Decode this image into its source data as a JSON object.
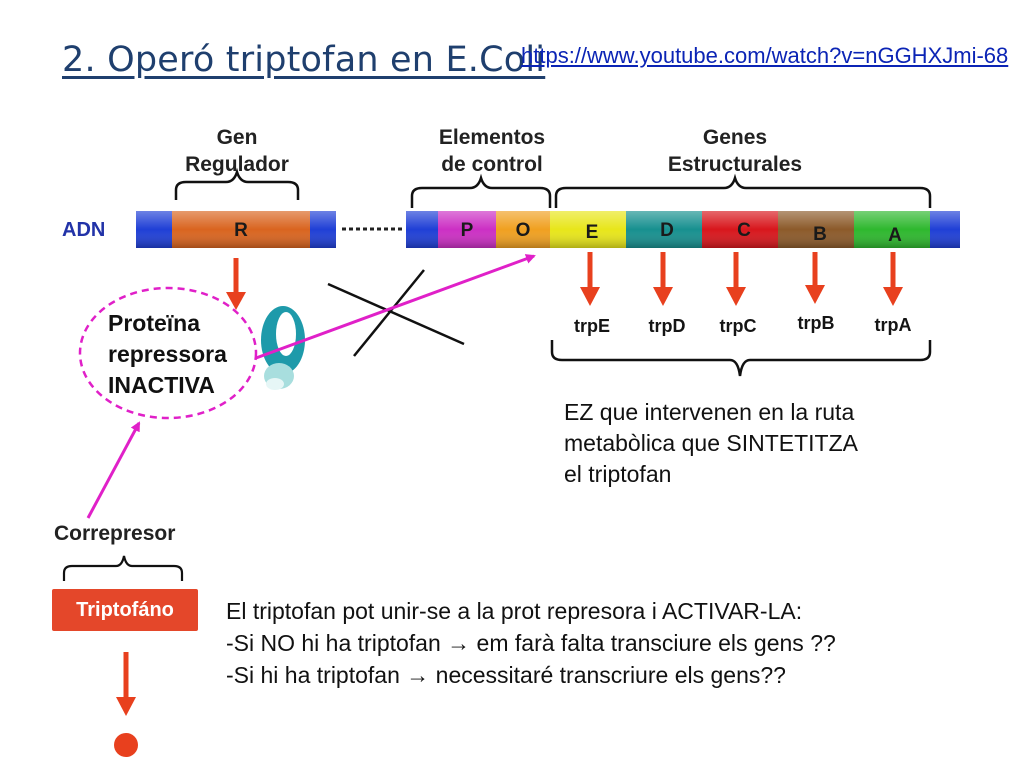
{
  "title": "2. Operó triptofan en E.Coli",
  "link": "https://www.youtube.com/watch?v=nGGHXJmi-68",
  "headers": {
    "gen_regulador": [
      "Gen",
      "Regulador"
    ],
    "elementos_control": [
      "Elementos",
      "de control"
    ],
    "genes_estructurales": [
      "Genes",
      "Estructurales"
    ]
  },
  "dna_label": "ADN",
  "segments": {
    "R": "R",
    "P": "P",
    "O": "O",
    "E": "E",
    "D": "D",
    "C": "C",
    "B": "B",
    "A": "A"
  },
  "products": [
    "trpE",
    "trpD",
    "trpC",
    "trpB",
    "trpA"
  ],
  "protein_text": [
    "Proteïna",
    "repressora",
    "INACTIVA"
  ],
  "ez_text": [
    "EZ que intervenen en la ruta",
    "metabòlica que SINTETITZA",
    "el triptofan"
  ],
  "corepressor_label": "Correpresor",
  "tryptophan_label": "Triptofáno",
  "explanation": [
    "El triptofan pot unir-se a la prot represora i ACTIVAR-LA:",
    "-Si NO hi ha triptofan → em farà falta transciure els gens ??",
    "-Si hi ha triptofan → necessitaré transcriure els gens??"
  ],
  "colors": {
    "title": "#1f3f6e",
    "link": "#0b24b5",
    "dna_blue": "#1f3fd6",
    "regulator": "#d9641f",
    "promoter": "#cc2fc4",
    "operator": "#f0a020",
    "gene_e": "#e8e61a",
    "gene_d": "#17908f",
    "gene_c": "#d8161c",
    "gene_b": "#8c5a2a",
    "gene_a": "#2eb82e",
    "arrow_red": "#e8401e",
    "magenta": "#e020c8"
  }
}
